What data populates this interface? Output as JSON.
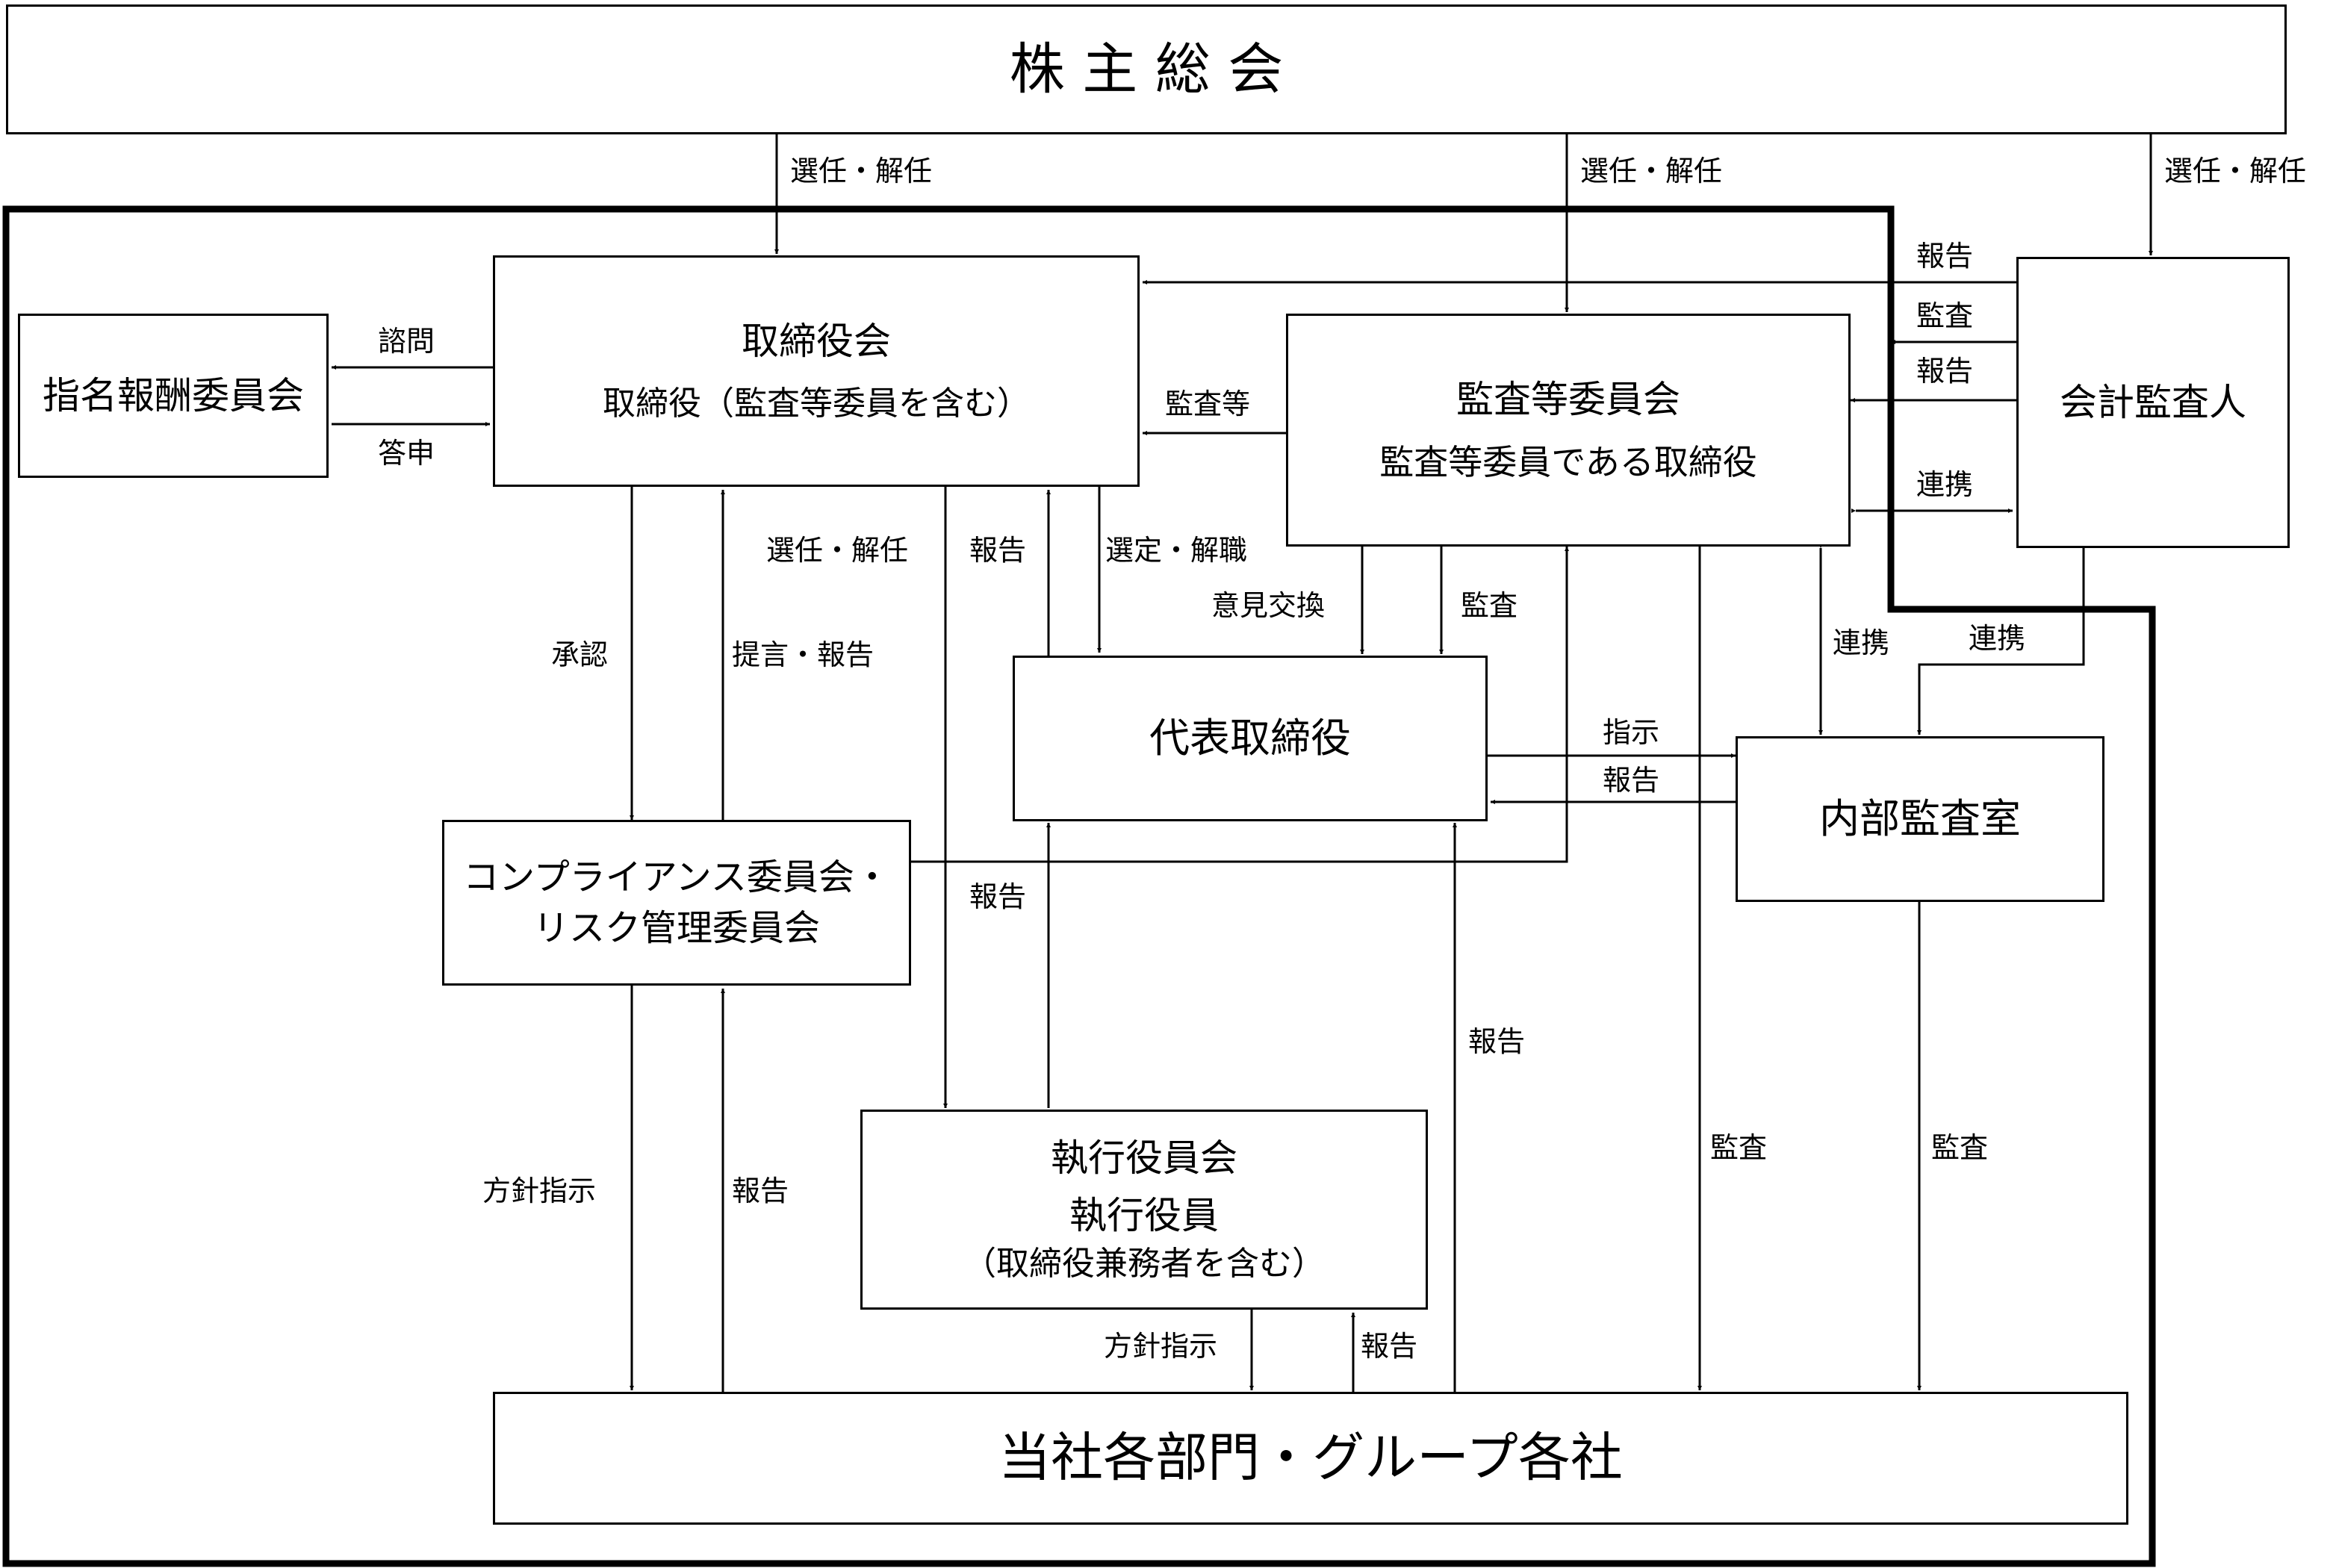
{
  "nodes": {
    "shareholders": "株 主 総 会",
    "board": {
      "title": "取締役会",
      "sub": "取締役（監査等委員を含む）"
    },
    "nomination": "指名報酬委員会",
    "audit_committee": {
      "title": "監査等委員会",
      "sub": "監査等委員である取締役"
    },
    "accounting_auditor": "会計監査人",
    "representative_director": "代表取締役",
    "internal_audit": "内部監査室",
    "compliance": {
      "line1": "コンプライアンス委員会・",
      "line2": "リスク管理委員会"
    },
    "executive": {
      "title": "執行役員会",
      "sub": "執行役員",
      "sub2": "（取締役兼務者を含む）"
    },
    "departments": "当社各部門・グループ各社"
  },
  "edges": {
    "elect_board": "選任・解任",
    "elect_audit": "選任・解任",
    "elect_accounting": "選任・解任",
    "accounting_report_board": "報告",
    "accounting_audit": "監査",
    "accounting_report_audit": "報告",
    "accounting_cooperation_audit": "連携",
    "consult": "諮問",
    "answer": "答申",
    "audit_etc": "監査等",
    "board_elect_exec": "選任・解任",
    "rep_report_board": "報告",
    "board_select_rep": "選定・解職",
    "opinion_exchange": "意見交換",
    "audit_rep": "監査",
    "cooperation_internal": "連携",
    "cooperation_accounting_internal": "連携",
    "approval": "承認",
    "proposal_report": "提言・報告",
    "instruction": "指示",
    "internal_report": "報告",
    "exec_report_rep": "報告",
    "dept_report_rep": "報告",
    "policy_compliance": "方針指示",
    "report_compliance": "報告",
    "audit_committee_audit_dept": "監査",
    "internal_audit_dept": "監査",
    "policy_exec": "方針指示",
    "report_exec": "報告"
  }
}
